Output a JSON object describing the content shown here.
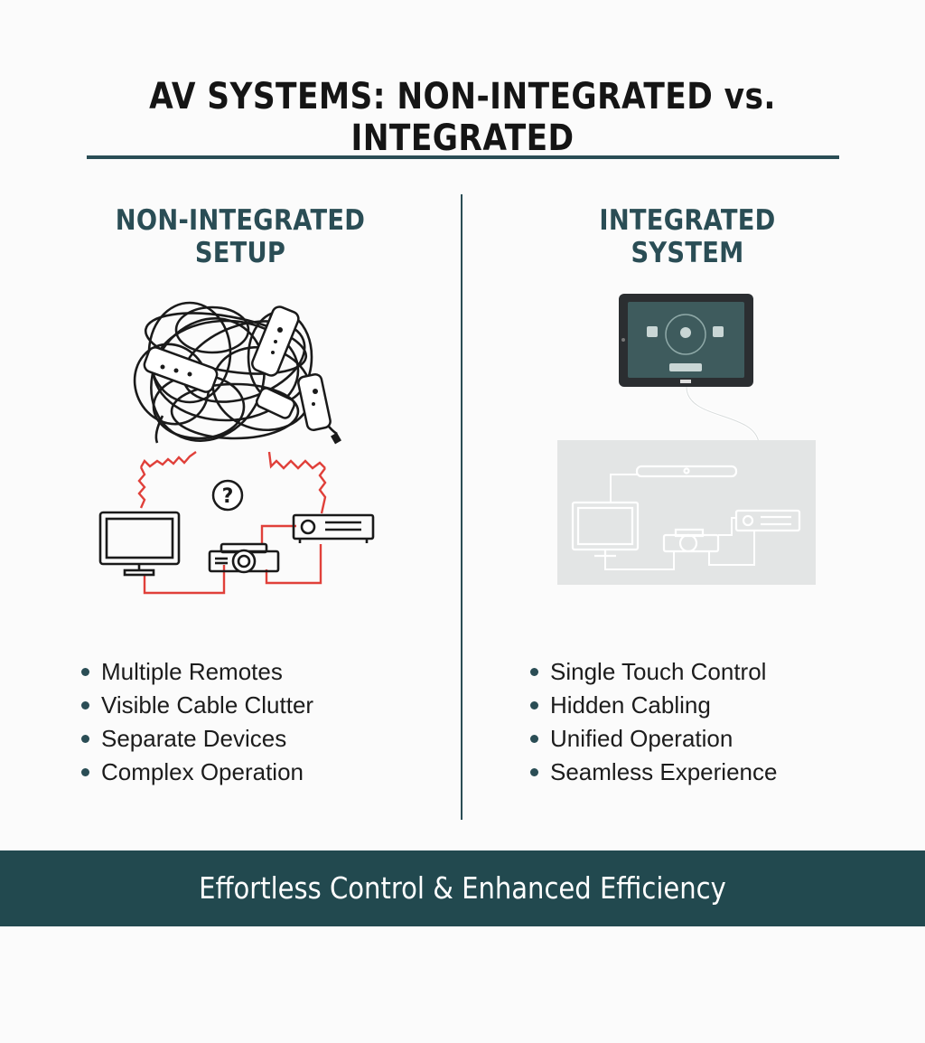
{
  "header": {
    "title": "AV SYSTEMS: NON-INTEGRATED vs. INTEGRATED"
  },
  "left": {
    "heading": "NON-INTEGRATED SETUP",
    "question_mark": "?",
    "bullets": [
      "Multiple Remotes",
      "Visible Cable Clutter",
      "Separate Devices",
      "Complex Operation"
    ]
  },
  "right": {
    "heading": "INTEGRATED SYSTEM",
    "bullets": [
      "Single Touch Control",
      "Hidden Cabling",
      "Unified Operation",
      "Seamless Experience"
    ]
  },
  "footer": {
    "banner": "Effortless Control & Enhanced Efficiency"
  },
  "colors": {
    "accent": "#2a4d55",
    "banner": "#22494f",
    "cable_red": "#e0403a"
  },
  "icons": {
    "left": [
      "tangled-cables-icon",
      "remote-control-icon",
      "monitor-icon",
      "projector-icon",
      "av-receiver-icon",
      "question-mark-icon"
    ],
    "right": [
      "tablet-touch-panel-icon",
      "soundbar-icon",
      "monitor-icon",
      "projector-icon",
      "av-receiver-icon"
    ]
  }
}
